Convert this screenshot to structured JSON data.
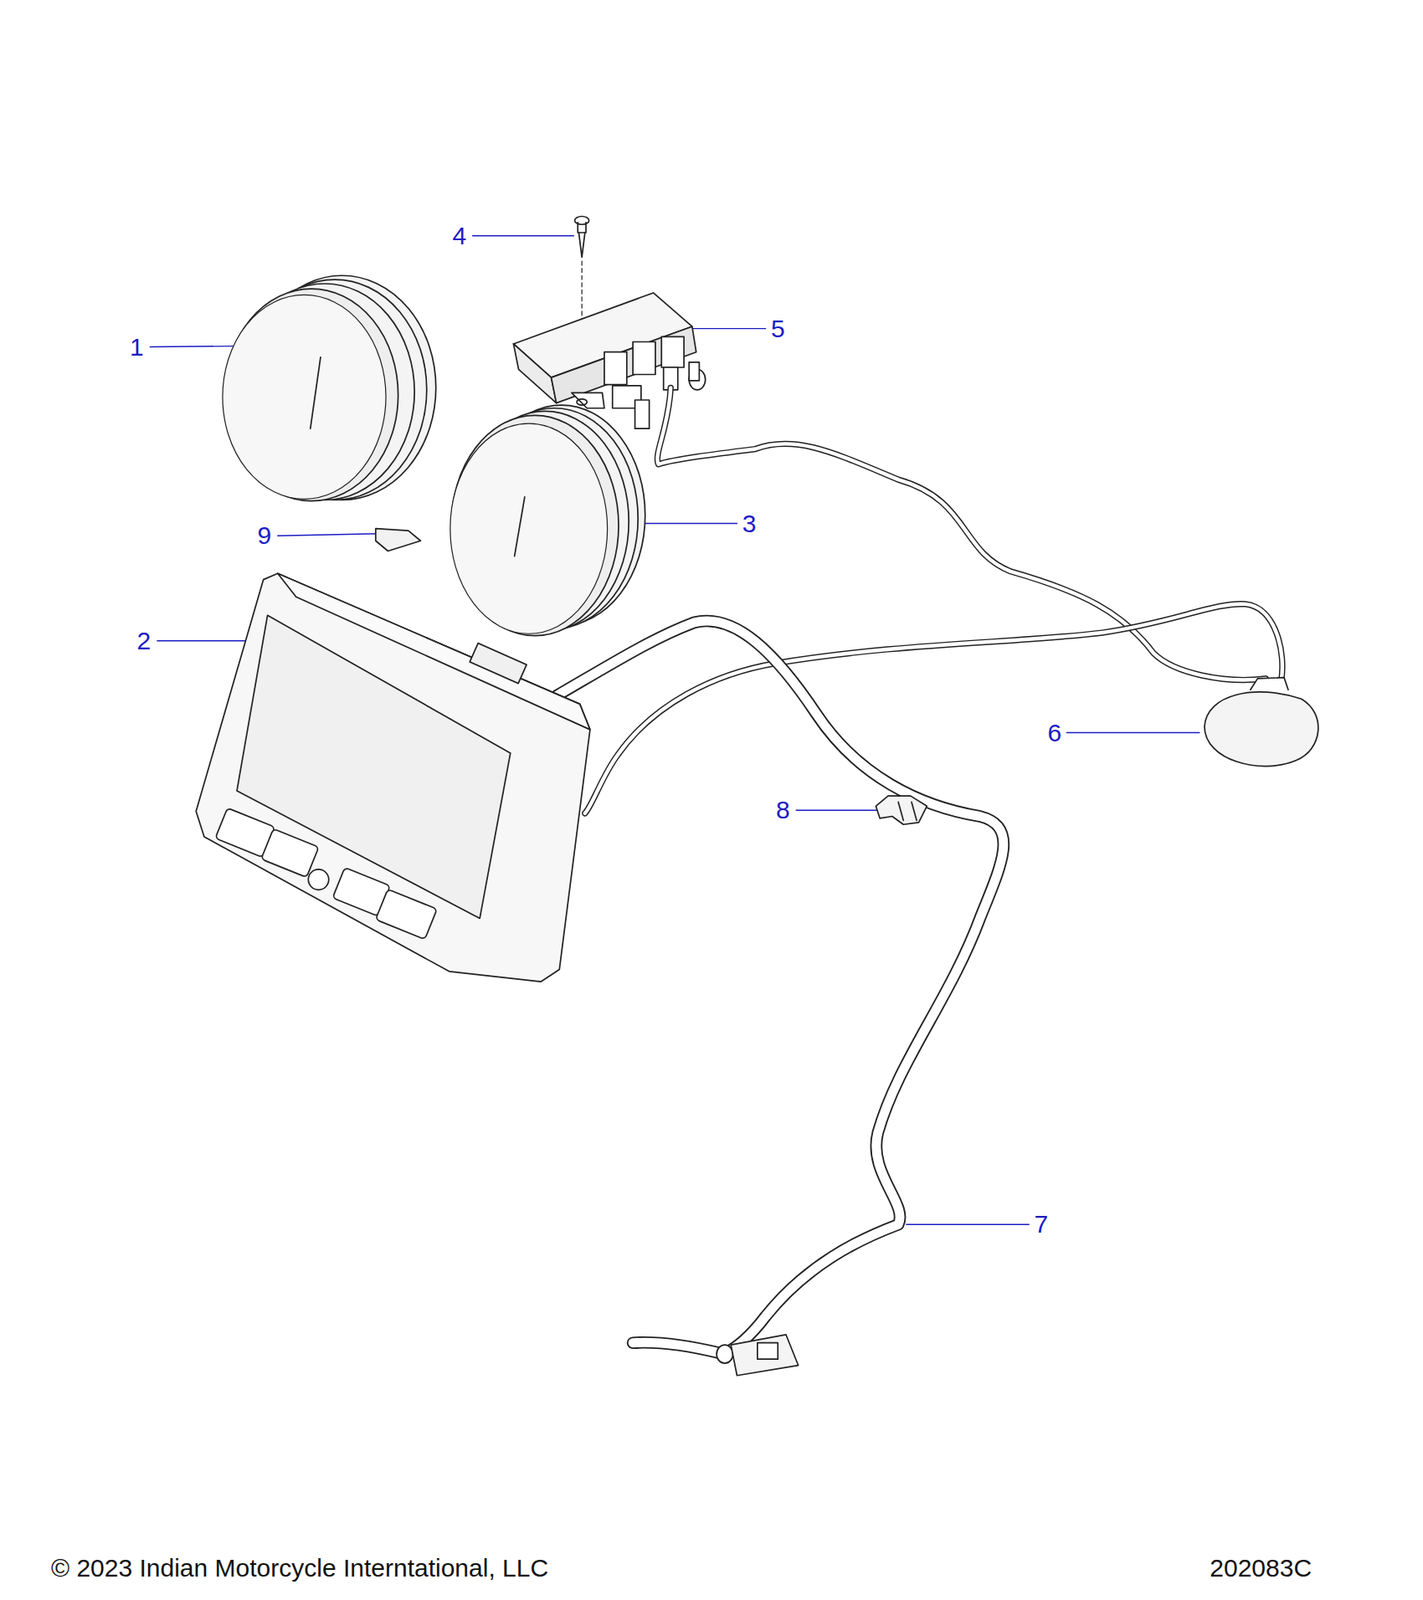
{
  "diagram": {
    "labels": [
      "4",
      "5",
      "1",
      "3",
      "9",
      "2",
      "6",
      "8",
      "7",
      "© 2023 Indian Motorcycle Interntational, LLC",
      "202083C"
    ]
  }
}
